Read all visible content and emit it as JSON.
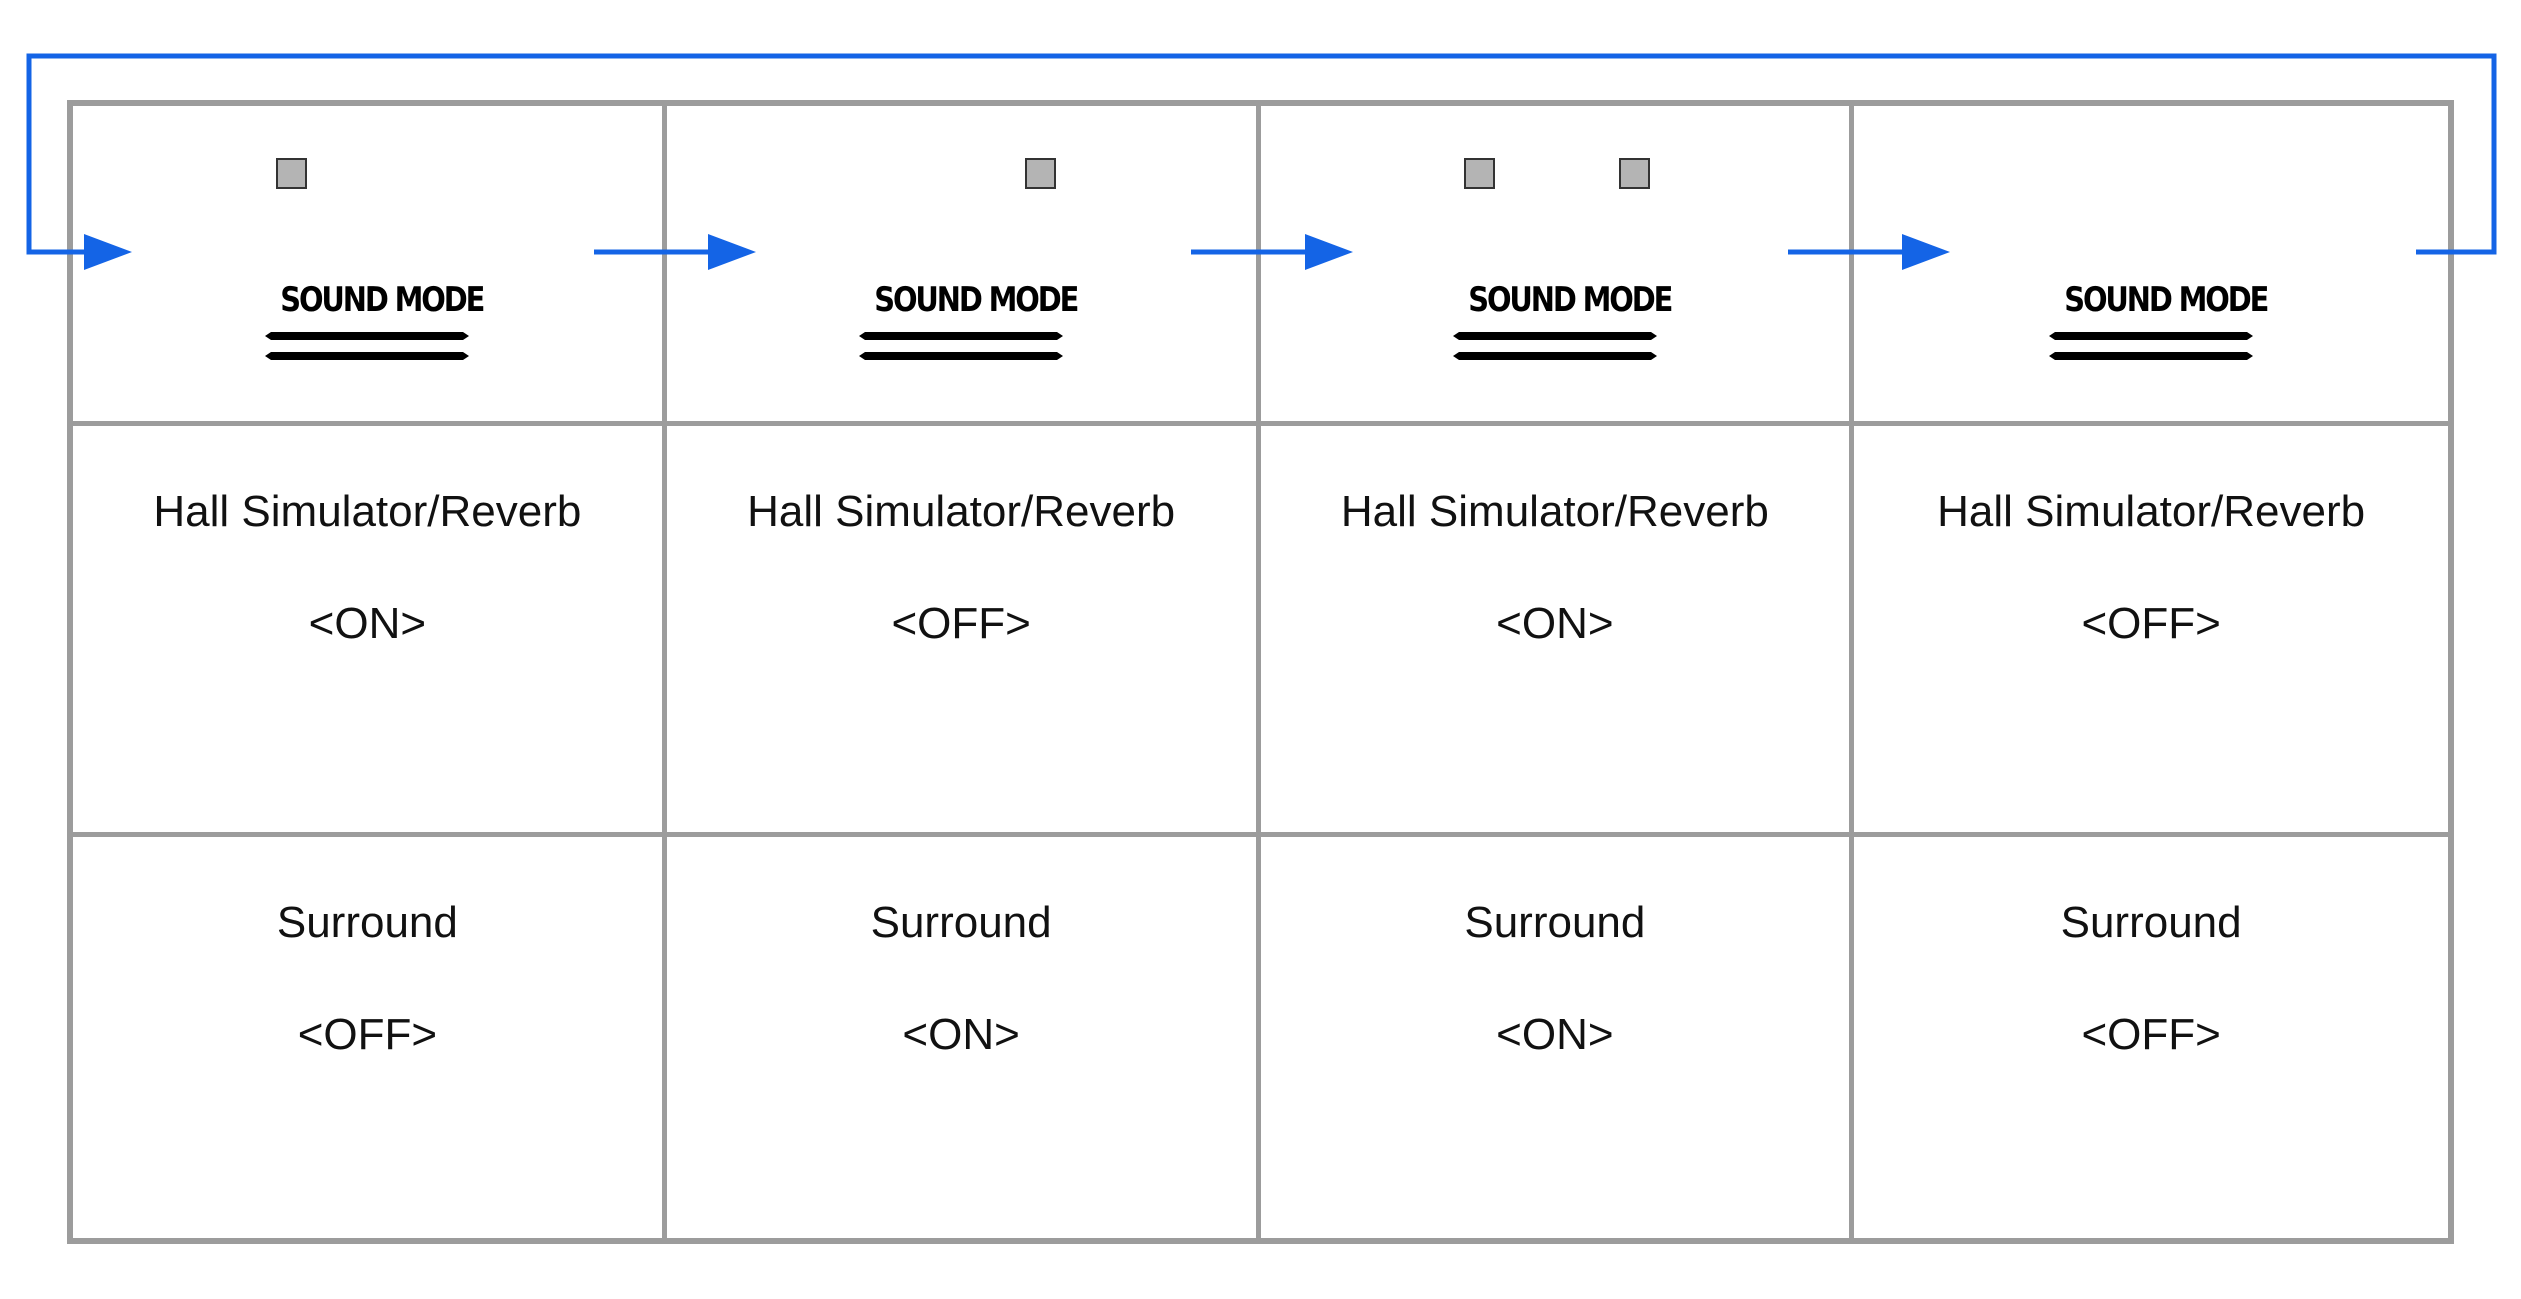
{
  "button_label": "SOUND MODE",
  "accent_color": "#1464e6",
  "setting_labels": {
    "hall": "Hall Simulator/Reverb",
    "surround": "Surround"
  },
  "modes": [
    {
      "indicators": [
        "left"
      ],
      "hall": "<ON>",
      "surround": "<OFF>"
    },
    {
      "indicators": [
        "right"
      ],
      "hall": "<OFF>",
      "surround": "<ON>"
    },
    {
      "indicators": [
        "left",
        "right"
      ],
      "hall": "<ON>",
      "surround": "<ON>"
    },
    {
      "indicators": [],
      "hall": "<OFF>",
      "surround": "<OFF>"
    }
  ]
}
